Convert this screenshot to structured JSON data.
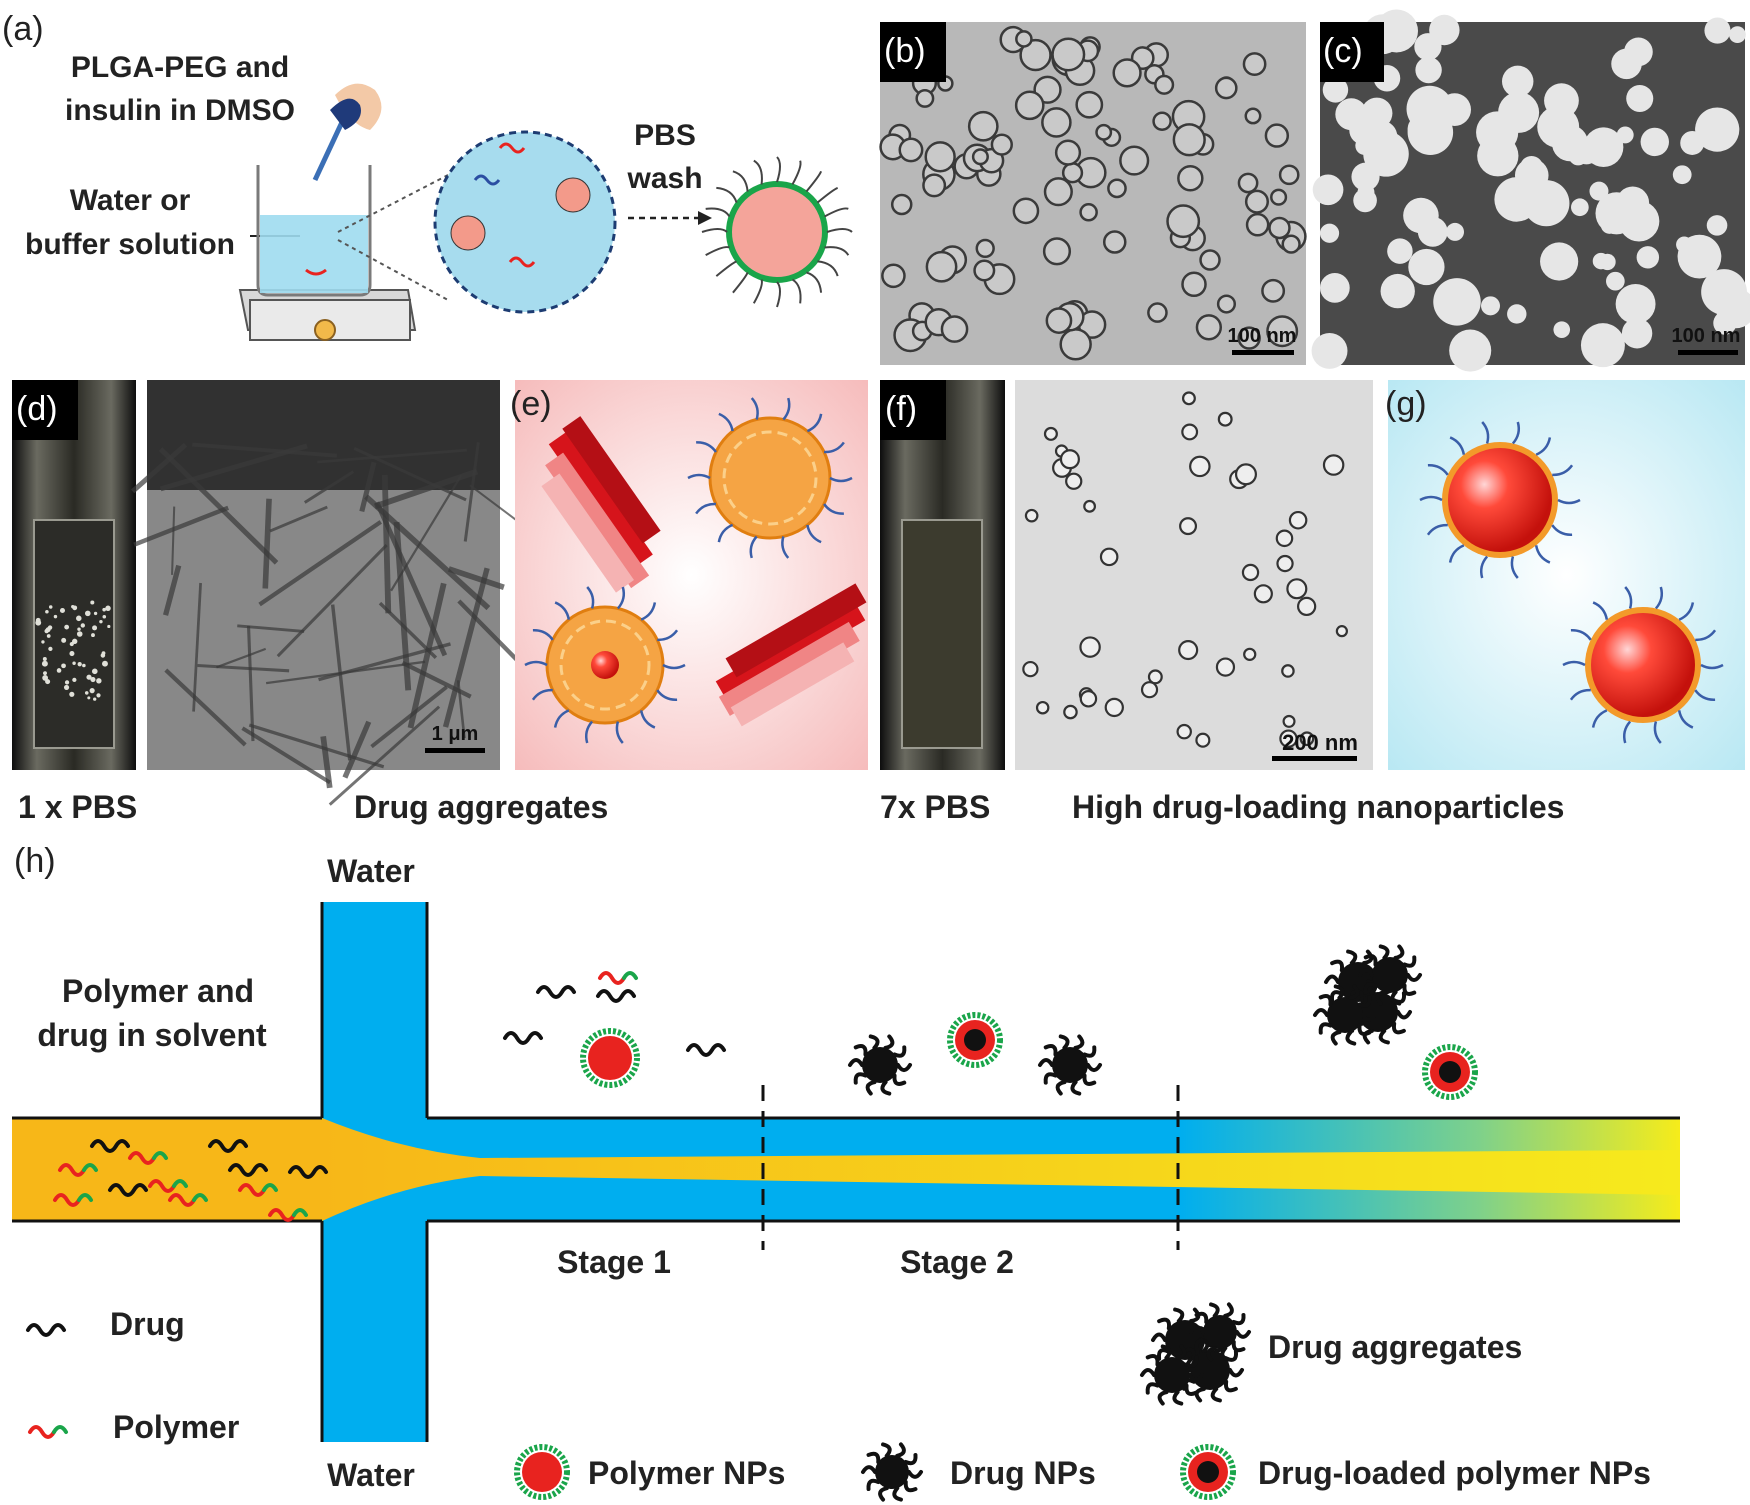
{
  "panel_labels": {
    "a": "(a)",
    "b": "(b)",
    "c": "(c)",
    "d": "(d)",
    "e": "(e)",
    "f": "(f)",
    "g": "(g)",
    "h": "(h)"
  },
  "panel_a": {
    "title_line1": "PLGA-PEG and",
    "title_line2": "insulin in DMSO",
    "solution_line1": "Water or",
    "solution_line2": "buffer solution",
    "wash_line1": "PBS",
    "wash_line2": "wash"
  },
  "panel_b": {
    "scalebar": "100 nm"
  },
  "panel_c": {
    "scalebar": "100 nm"
  },
  "panel_d": {
    "scalebar": "1 μm"
  },
  "panel_f": {
    "scalebar": "200 nm"
  },
  "captions": {
    "one_pbs": "1 x PBS",
    "drug_aggregates": "Drug aggregates",
    "seven_pbs": "7x PBS",
    "high_loading": "High drug-loading nanoparticles"
  },
  "panel_h": {
    "water_top": "Water",
    "water_bottom": "Water",
    "inlet_line1": "Polymer and",
    "inlet_line2": "drug in solvent",
    "stage1": "Stage 1",
    "stage2": "Stage 2",
    "legend": {
      "drug": "Drug",
      "polymer": "Polymer",
      "drug_aggregates": "Drug aggregates",
      "polymer_nps": "Polymer NPs",
      "drug_nps": "Drug NPs",
      "drug_loaded_nps": "Drug-loaded polymer NPs"
    }
  },
  "colors": {
    "channel_blue": "#00aeef",
    "solvent_yellow": "#f7b718",
    "polymer_red": "#e8231f",
    "polymer_green": "#1aa54a",
    "drug_black": "#111111",
    "nanoparticle_orange": "#f39a2a",
    "panel_e_bg": "#f8c5c5",
    "panel_g_bg": "#b9e8f3"
  }
}
